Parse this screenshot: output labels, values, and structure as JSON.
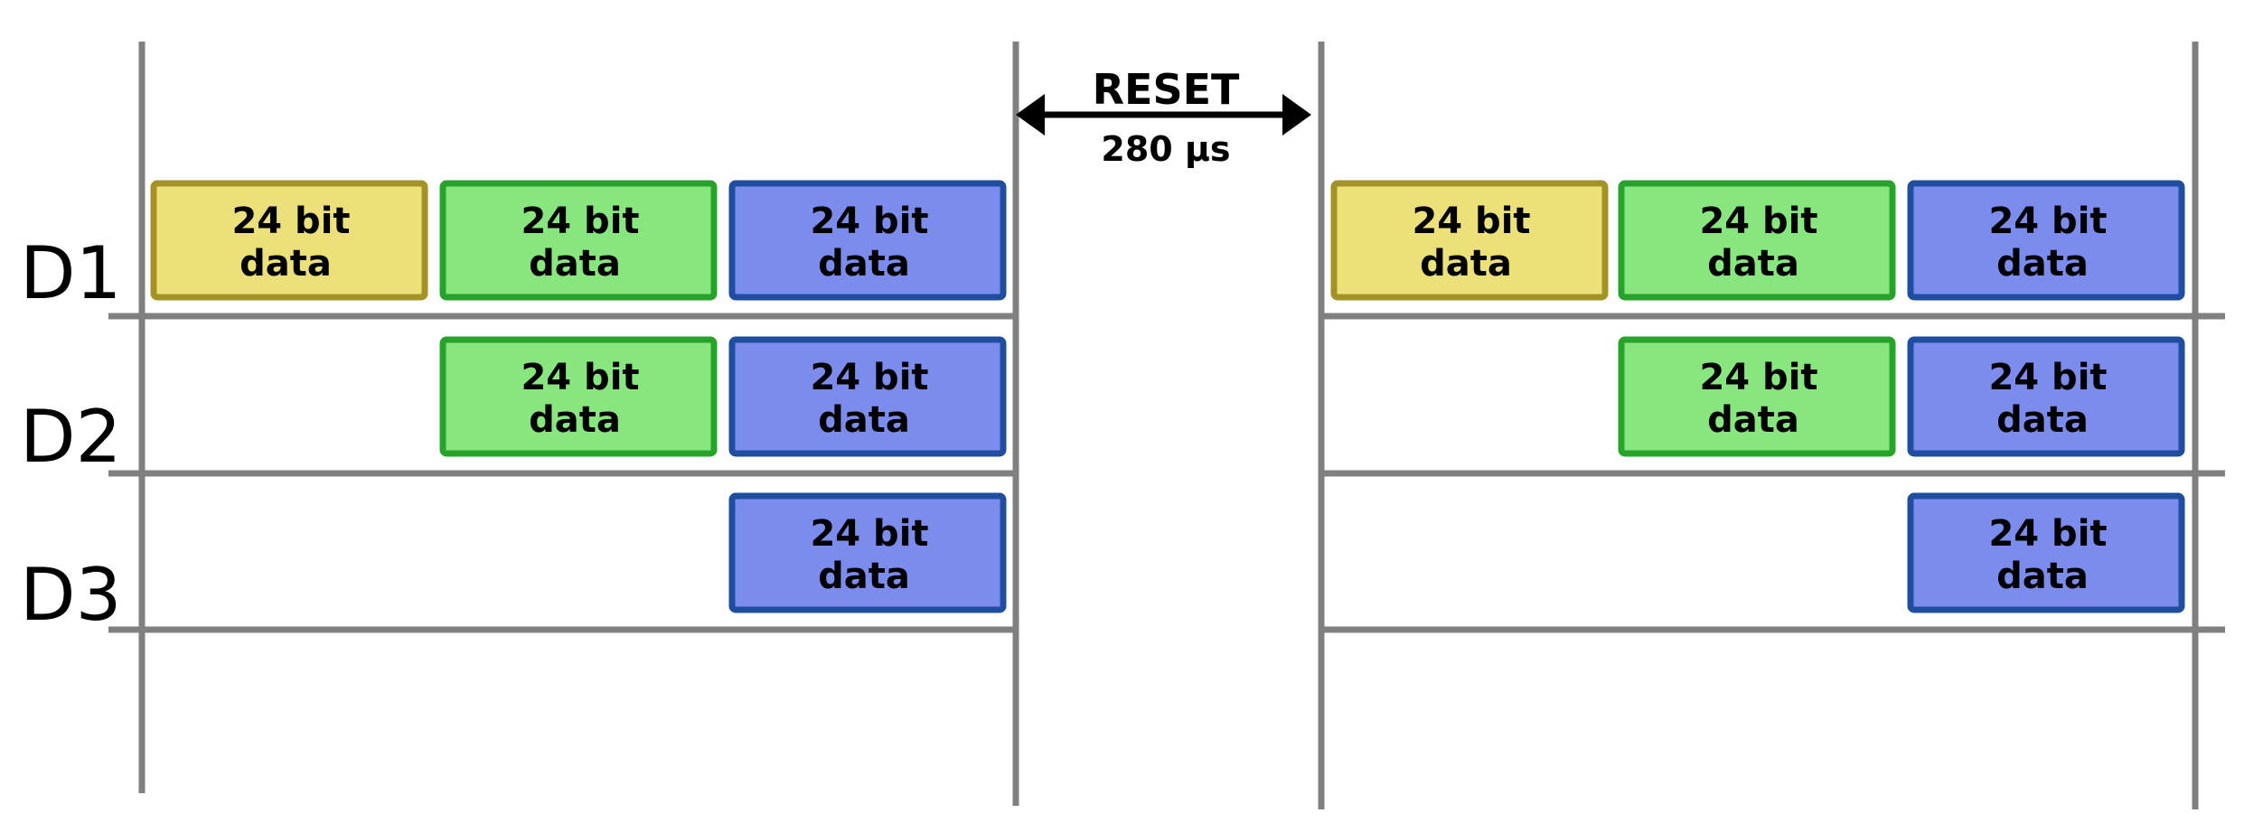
{
  "rows": [
    {
      "label": "D1"
    },
    {
      "label": "D2"
    },
    {
      "label": "D3"
    }
  ],
  "reset": {
    "title": "RESET",
    "duration": "280 µs"
  },
  "box_text": {
    "line1": "24 bit",
    "line2": "data"
  },
  "colors": {
    "yellow_fill": "#ebe07a",
    "yellow_stroke": "#a39326",
    "green_fill": "#88e67e",
    "green_stroke": "#27a22a",
    "blue_fill": "#7b8ced",
    "blue_stroke": "#1f4ea1",
    "line": "#808080"
  },
  "frames": [
    {
      "rows": [
        [
          "yellow",
          "green",
          "blue"
        ],
        [
          "green",
          "blue"
        ],
        [
          "blue"
        ]
      ]
    },
    {
      "rows": [
        [
          "yellow",
          "green",
          "blue"
        ],
        [
          "green",
          "blue"
        ],
        [
          "blue"
        ]
      ]
    }
  ]
}
